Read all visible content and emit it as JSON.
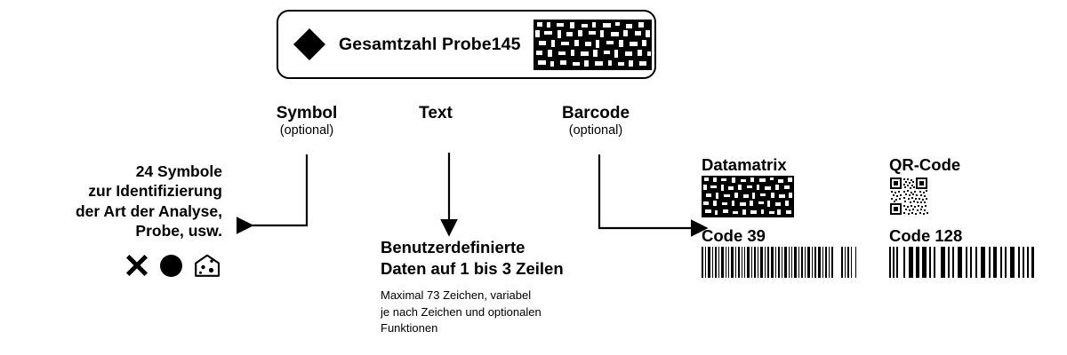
{
  "label_card": {
    "symbol_icon": "diamond-symbol",
    "text": "Gesamtzahl  Probe145",
    "barcode_icon": "datamatrix-barcode"
  },
  "callouts": [
    {
      "title": "Symbol",
      "subtitle": "(optional)"
    },
    {
      "title": "Text",
      "subtitle": ""
    },
    {
      "title": "Barcode",
      "subtitle": "(optional)"
    }
  ],
  "symbol_section": {
    "description": "24 Symbole\nzur Identifizierung\nder Art der Analyse,\nProbe, usw.",
    "examples": [
      "cross-symbol",
      "filled-circle-symbol",
      "cheese-wedge-symbol"
    ]
  },
  "text_section": {
    "title": "Benutzerdefinierte\nDaten auf 1 bis 3 Zeilen",
    "note": "Maximal 73 Zeichen, variabel\nje nach Zeichen und optionalen\nFunktionen"
  },
  "barcode_section": {
    "samples": [
      {
        "label": "Datamatrix",
        "icon": "datamatrix-barcode"
      },
      {
        "label": "QR-Code",
        "icon": "qr-code-barcode"
      },
      {
        "label": "Code 39",
        "icon": "code39-barcode"
      },
      {
        "label": "Code 128",
        "icon": "code128-barcode"
      }
    ]
  },
  "colors": {
    "foreground": "#000000",
    "background": "#ffffff"
  }
}
